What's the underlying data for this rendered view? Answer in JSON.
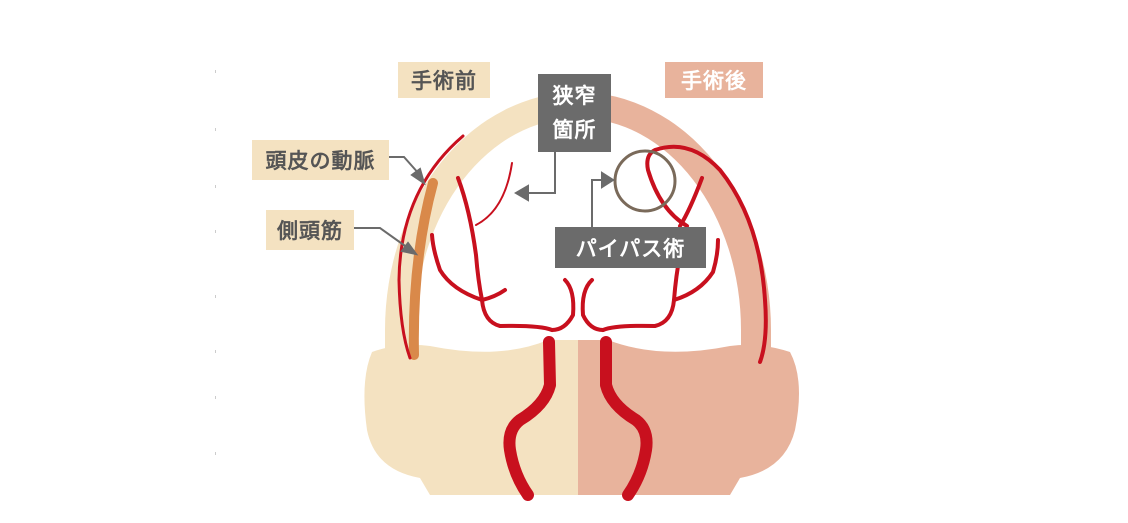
{
  "labels": {
    "before": "手術前",
    "after": "手術後",
    "stenosis_line1": "狭窄",
    "stenosis_line2": "箇所",
    "scalp_artery": "頭皮の動脈",
    "temporal_muscle": "側頭筋",
    "bypass": "パイパス術"
  },
  "colors": {
    "before_tissue": "#f4e2c1",
    "after_tissue": "#e8b39c",
    "artery": "#c8101e",
    "muscle": "#d9894a",
    "callout": "#6b6b6b"
  }
}
